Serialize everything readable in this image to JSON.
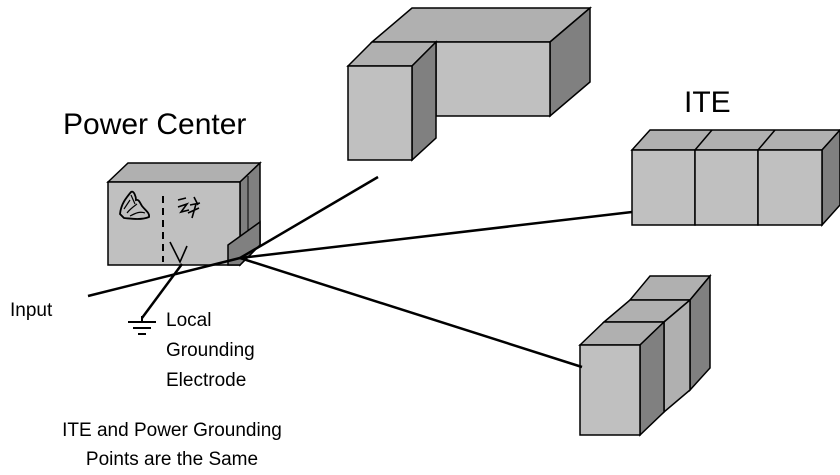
{
  "labels": {
    "power_center": "Power Center",
    "ite": "ITE",
    "input": "Input",
    "local_electrode": [
      "Local",
      "Grounding",
      "Electrode"
    ],
    "caption": [
      "ITE and Power Grounding",
      "Points are the Same"
    ]
  },
  "colors": {
    "box_front": "#c0c0c0",
    "box_top": "#b0b0b0",
    "box_side": "#808080",
    "stroke": "#000000"
  },
  "icons": [
    "surge-symbol-icon",
    "transformer-winding-icon",
    "ground-symbol-icon"
  ]
}
